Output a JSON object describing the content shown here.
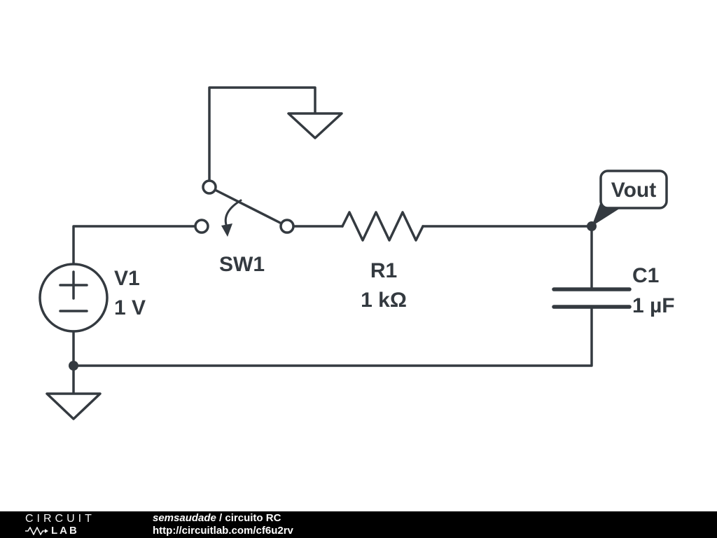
{
  "diagram": {
    "stroke": "#343a40",
    "bg": "#ffffff",
    "labels": {
      "v1_name": "V1",
      "v1_value": "1 V",
      "sw1_name": "SW1",
      "r1_name": "R1",
      "r1_value": "1 kΩ",
      "c1_name": "C1",
      "c1_value": "1 µF",
      "vout": "Vout"
    }
  },
  "footer": {
    "bg": "#000000",
    "fg": "#ffffff",
    "logo_top": "CIRCUIT",
    "logo_bottom": "LAB",
    "author": "semsaudade",
    "separator": " / ",
    "title": "circuito RC",
    "url": "http://circuitlab.com/cf6u2rv"
  }
}
